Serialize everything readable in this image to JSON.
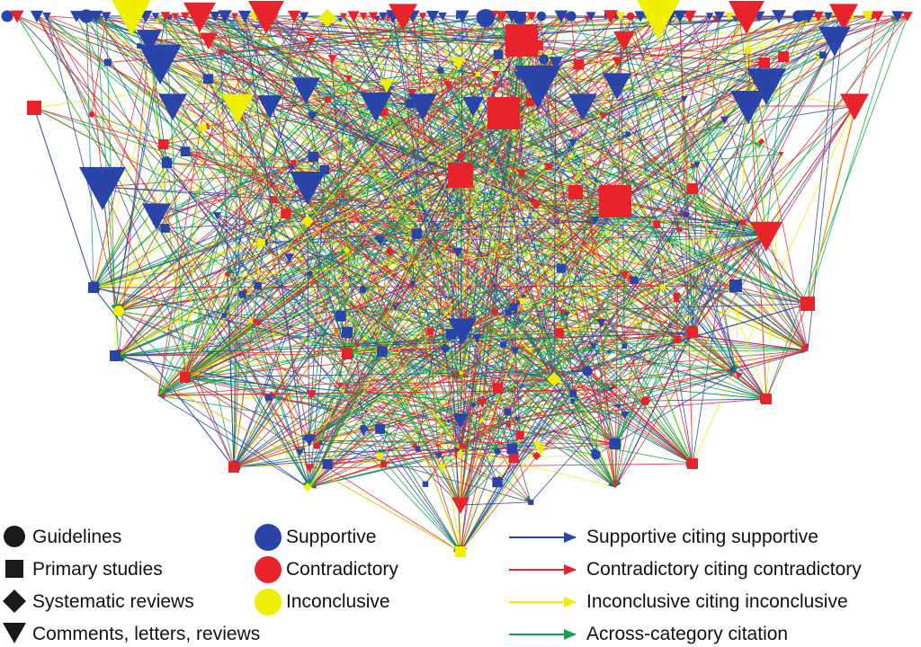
{
  "legend": {
    "shapes": [
      {
        "label": "Guidelines",
        "icon": "circle-icon"
      },
      {
        "label": "Primary studies",
        "icon": "square-icon"
      },
      {
        "label": "Systematic reviews",
        "icon": "diamond-icon"
      },
      {
        "label": "Comments, letters, reviews",
        "icon": "triangle-down-icon"
      }
    ],
    "colors": [
      {
        "label": "Supportive",
        "color": "#2b44a8"
      },
      {
        "label": "Contradictory",
        "color": "#e8232b"
      },
      {
        "label": "Inconclusive",
        "color": "#eef000"
      }
    ],
    "edges": [
      {
        "label": "Supportive citing supportive",
        "color": "#2b44a8"
      },
      {
        "label": "Contradictory citing contradictory",
        "color": "#e8232b"
      },
      {
        "label": "Inconclusive citing inconclusive",
        "color": "#eef000"
      },
      {
        "label": "Across-category citation",
        "color": "#12a64a"
      }
    ]
  },
  "palette": {
    "supportive": "#2b44a8",
    "contradictory": "#e8232b",
    "inconclusive": "#eef000",
    "across": "#12a64a",
    "legend_icon": "#1a1a1a"
  }
}
